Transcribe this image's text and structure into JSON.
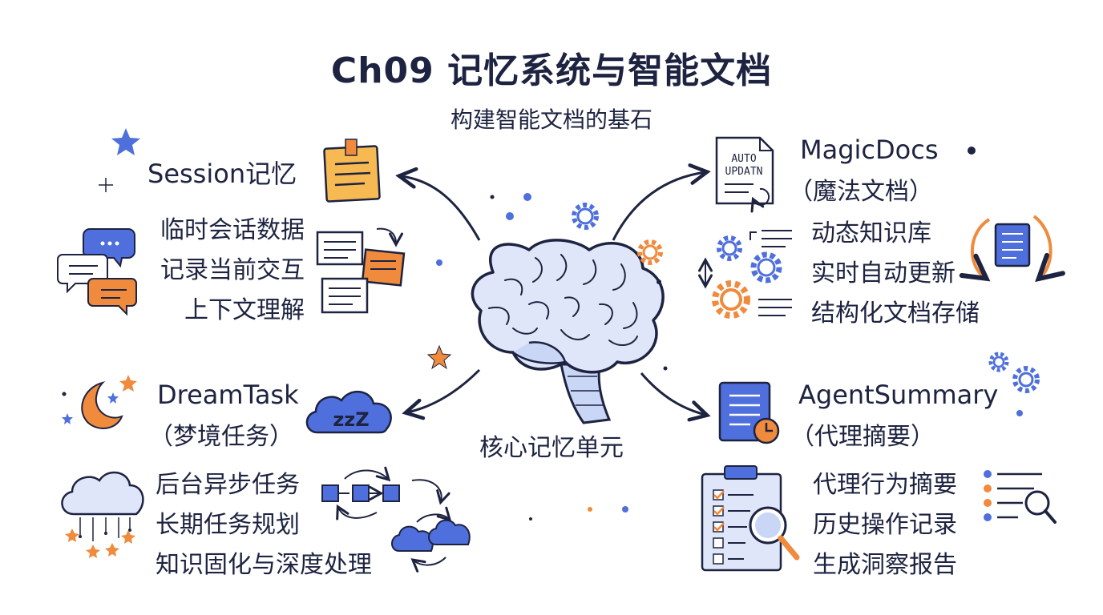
{
  "title": "Ch09 记忆系统与智能文档",
  "subtitle": "构建智能文档的基石",
  "center": {
    "label": "核心记忆单元",
    "icon": "brain-icon"
  },
  "session": {
    "heading": "Session记忆",
    "items": [
      "临时会话数据",
      "记录当前交互",
      "上下文理解"
    ]
  },
  "magicdocs": {
    "heading": "MagicDocs",
    "subheading": "（魔法文档）",
    "doc_icon_text": [
      "AUTO",
      "UPDATN"
    ],
    "items": [
      "动态知识库",
      "实时自动更新",
      "结构化文档存储"
    ]
  },
  "dreamtask": {
    "heading": "DreamTask",
    "subheading": "（梦境任务）",
    "cloud_text": "zzZ",
    "items": [
      "后台异步任务",
      "长期任务规划",
      "知识固化与深度处理"
    ]
  },
  "agentsummary": {
    "heading": "AgentSummary",
    "subheading": "（代理摘要）",
    "items": [
      "代理行为摘要",
      "历史操作记录",
      "生成洞察报告"
    ]
  },
  "colors": {
    "ink": "#1d2340",
    "blue": "#4e6fdc",
    "light_blue": "#c9d6f5",
    "orange": "#f08a3c",
    "yellow": "#f7b952",
    "paper": "#ffffff"
  }
}
